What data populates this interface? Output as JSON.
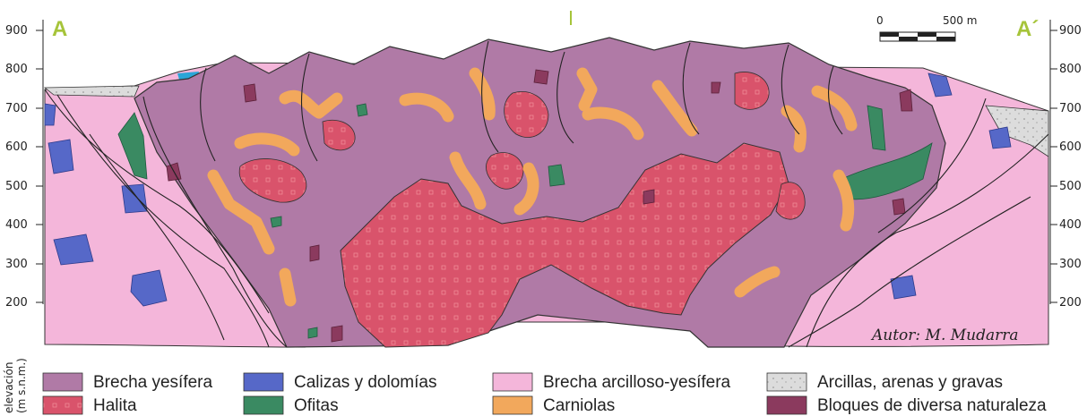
{
  "section": {
    "label_left": "A",
    "label_right": "A´",
    "author": "Autor: M. Mudarra"
  },
  "elevation_axis": {
    "title_line1": "elevación",
    "title_line2": "(m s.n.m.)",
    "ticks": [
      "900",
      "800",
      "700",
      "600",
      "500",
      "400",
      "300",
      "200"
    ]
  },
  "scale_bar": {
    "start": "0",
    "end": "500 m"
  },
  "legend": [
    {
      "label": "Brecha yesífera",
      "color": "#b07aa6"
    },
    {
      "label": "Calizas y dolomías",
      "color": "#5668c8"
    },
    {
      "label": "Brecha arcilloso-yesífera",
      "color": "#f4b6da"
    },
    {
      "label": "Arcillas, arenas y gravas",
      "color": "#dcdcdc"
    },
    {
      "label": "Halita",
      "color": "#d9536b"
    },
    {
      "label": "Ofitas",
      "color": "#3a8a62"
    },
    {
      "label": "Carniolas",
      "color": "#f2a85c"
    },
    {
      "label": "Bloques de diversa naturaleza",
      "color": "#8b3a5e"
    }
  ]
}
